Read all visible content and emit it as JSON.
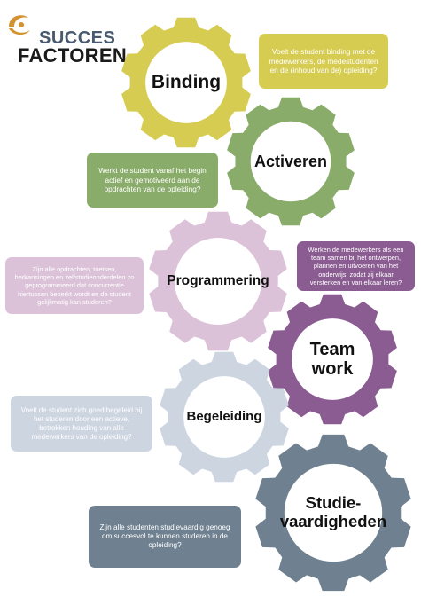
{
  "logo": {
    "line1": "SUCCES",
    "line2": "FACTOREN",
    "mark_icon": "swoosh-icon",
    "colors": {
      "mark": "#d3922d",
      "line1": "#4a5a6e",
      "line2": "#1b1b1b"
    }
  },
  "factors": [
    {
      "id": "binding",
      "label": "Binding",
      "color": "#d6cc52",
      "question": "Voelt de student binding met de medewerkers, de medestudenten en de (inhoud van de) opleiding?",
      "text_color": "#ffffff"
    },
    {
      "id": "activeren",
      "label": "Activeren",
      "color": "#8aac6a",
      "question": "Werkt de student vanaf het begin actief en gemotiveerd aan de opdrachten van de opleiding?",
      "text_color": "#ffffff"
    },
    {
      "id": "programmering",
      "label": "Programmering",
      "color": "#dcc2d8",
      "question": "Zijn alle opdrachten, toetsen, herkansingen en zelfstudieonderdelen zo geprogrammeerd dat concurrentie hiertussen beperkt wordt en de student gelijkmatig kan studeren?",
      "text_color": "#ffffff"
    },
    {
      "id": "teamwork",
      "label": "Team\nwork",
      "color": "#8a5c91",
      "question": "Werken de medewerkers als een team samen bij het ontwerpen, plannen en uitvoeren van het onderwijs, zodat zij elkaar versterken en van elkaar leren?",
      "text_color": "#ffffff"
    },
    {
      "id": "begeleiding",
      "label": "Begeleiding",
      "color": "#cdd5e1",
      "question": "Voelt de student zich goed begeleid bij het studeren door een actieve, betrokken houding van alle medewerkers van de opleiding?",
      "text_color": "#ffffff"
    },
    {
      "id": "studievaardigheden",
      "label": "Studie-\nvaardigheden",
      "color": "#6f8090",
      "question": "Zijn alle studenten studievaardig genoeg om succesvol te kunnen studeren in de opleiding?",
      "text_color": "#ffffff"
    }
  ],
  "icons": {
    "gear": "gear-icon",
    "logo": "swoosh-icon"
  }
}
